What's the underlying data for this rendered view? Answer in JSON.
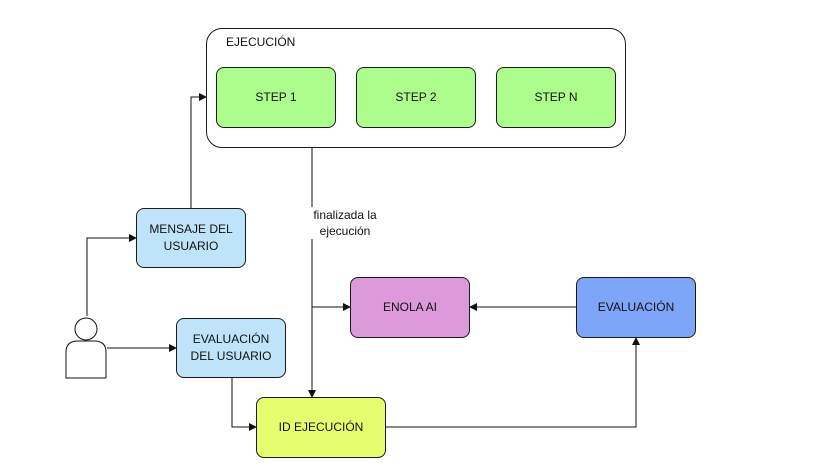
{
  "diagram": {
    "container": {
      "title": "EJECUCIÓN",
      "steps": [
        {
          "label": "STEP 1"
        },
        {
          "label": "STEP 2"
        },
        {
          "label": "STEP N"
        }
      ]
    },
    "nodes": {
      "mensaje": {
        "label": "MENSAJE DEL USUARIO",
        "color": "#bfe3f8"
      },
      "evaluacion_usuario": {
        "label": "EVALUACIÓN DEL USUARIO",
        "color": "#bfe3f8"
      },
      "enola": {
        "label": "ENOLA AI",
        "color": "#dc9adb"
      },
      "evaluacion": {
        "label": "EVALUACIÓN",
        "color": "#7ea6f8"
      },
      "id_ejecucion": {
        "label": "ID EJECUCIÓN",
        "color": "#e6fd6e"
      }
    },
    "step_color": "#acfd8c",
    "edge_label": "finalizada la\nejecución"
  }
}
